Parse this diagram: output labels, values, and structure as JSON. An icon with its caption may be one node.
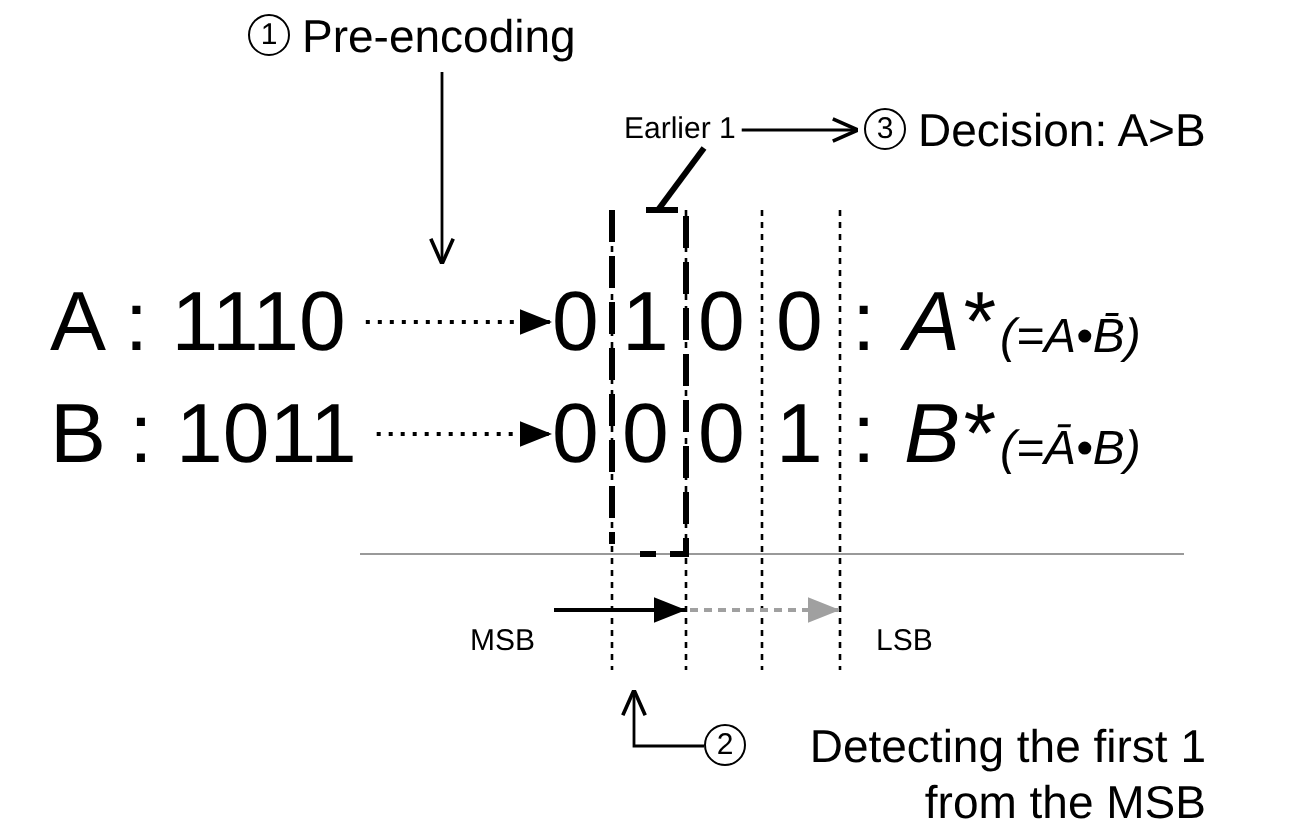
{
  "diagram": {
    "nodes": [
      {
        "text": [
          "1",
          "Pre-encoding"
        ]
      },
      {
        "text": [
          "A : 1110"
        ]
      },
      {
        "text": [
          "B : 1011"
        ]
      },
      {
        "text": [],
        "shape": "box"
      },
      {
        "text": [
          "0"
        ]
      },
      {
        "text": [
          "1"
        ],
        "in": 3
      },
      {
        "text": [
          "0"
        ]
      },
      {
        "text": [
          "0"
        ]
      },
      {
        "text": [
          ":",
          "A*",
          "(=A•B̄)"
        ]
      },
      {
        "text": [
          "0"
        ]
      },
      {
        "text": [
          "0"
        ],
        "in": 3
      },
      {
        "text": [
          "0"
        ]
      },
      {
        "text": [
          "1"
        ]
      },
      {
        "text": [
          ":",
          "B*",
          "(=Ā•B)"
        ]
      },
      {
        "text": [
          "Earlier 1"
        ]
      },
      {
        "text": [
          "3",
          "Decision: A>B"
        ]
      },
      {
        "text": [
          "2",
          "Detecting the first 1 from the MSB"
        ]
      }
    ],
    "edges": [
      {
        "from": 0,
        "to": null,
        "arrow": "to"
      },
      {
        "from": 1,
        "to": 4,
        "arrow": "to",
        "style": "dashed"
      },
      {
        "from": 2,
        "to": 9,
        "arrow": "to",
        "style": "dashed"
      },
      {
        "from": 14,
        "to": 3,
        "arrow": "none",
        "style": "thick"
      },
      {
        "from": 14,
        "to": 15,
        "arrow": "to"
      },
      {
        "from": 16,
        "to": null,
        "arrow": "to"
      }
    ],
    "labels": [
      "MSB",
      "LSB"
    ]
  }
}
